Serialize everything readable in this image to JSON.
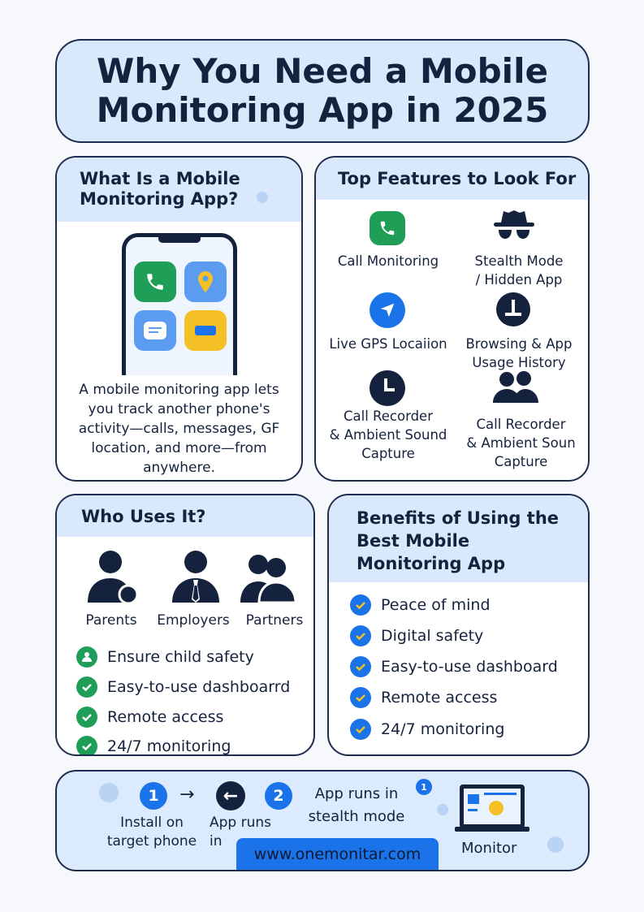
{
  "title": {
    "line1": "Why You Need a Mobile",
    "line2": "Monitoring App in 2025"
  },
  "what_is": {
    "title_line1": "What Is a Mobile",
    "title_line2": "Monitoring App?",
    "description": "A mobile monitoring app lets you track another phone's activity—calls, messages, GF location, and more—from anywhere."
  },
  "features": {
    "title": "Top Features to Look For",
    "items": [
      {
        "icon": "phone-icon",
        "line1": "Call Monitoring",
        "line2": ""
      },
      {
        "icon": "spy-icon",
        "line1": "Stealth Mode",
        "line2": "/ Hidden App"
      },
      {
        "icon": "navigation-icon",
        "line1": "Live GPS Locaiion",
        "line2": ""
      },
      {
        "icon": "history-icon",
        "line1": "Browsing & App",
        "line2": "Usage History"
      },
      {
        "icon": "clock-icon",
        "line1": "Call Recorder",
        "line2": "& Ambient Sound",
        "line3": "Capture"
      },
      {
        "icon": "users-icon",
        "line1": "Call Recorder",
        "line2": "& Ambient Soun",
        "line3": "Capture"
      }
    ]
  },
  "who": {
    "title": "Who Uses It?",
    "users": [
      "Parents",
      "Employers",
      "Partners"
    ],
    "points": [
      "Ensure child safety",
      "Easy-to-use dashboarrd",
      "Remote access",
      "24/7 monitoring"
    ]
  },
  "benefits": {
    "title_line1": "Benefits of Using the",
    "title_line2": "Best Mobile",
    "title_line3": "Monitoring App",
    "points": [
      "Peace of mind",
      "Digital safety",
      "Easy-to-use dashboard",
      "Remote access",
      "24/7 monitoring"
    ]
  },
  "steps": {
    "step1_num": "1",
    "step1_line1": "Install on",
    "step1_line2": "target phone",
    "arrow": "→",
    "step_mid_line1": "App runs",
    "step_mid_line2": "in",
    "step2_num": "2",
    "step2_line1": "App runs in",
    "step2_line2": "stealth mode",
    "badge": "1",
    "monitor": "Monitor",
    "website": "www.onemonitar.com"
  },
  "colors": {
    "navy": "#15223d",
    "band": "#d9e9fb",
    "blue": "#1a73e8",
    "green": "#1e9e57"
  }
}
